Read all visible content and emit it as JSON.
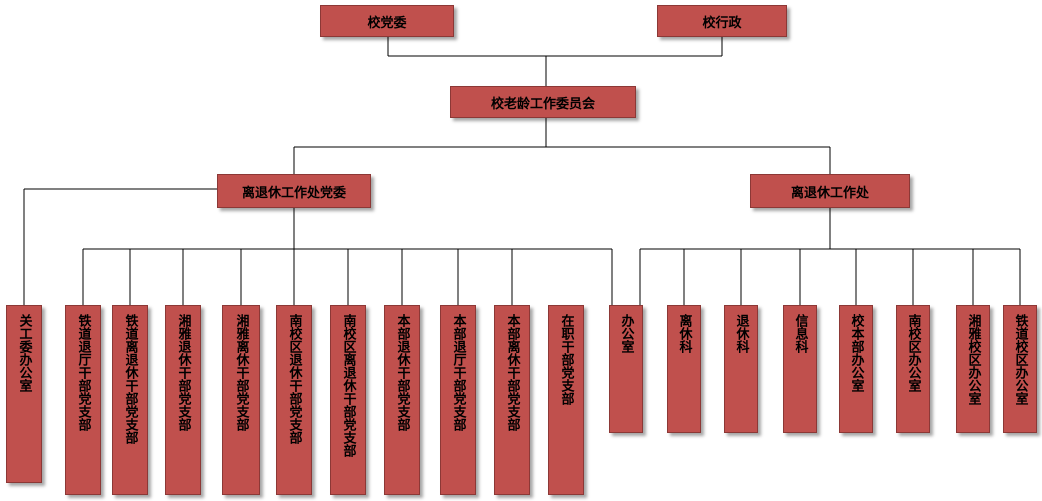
{
  "top": {
    "party_committee": "校党委",
    "administration": "校行政"
  },
  "committee": "校老龄工作委员会",
  "branches": {
    "party_committee": "离退休工作处党委",
    "office": "离退休工作处"
  },
  "party_units": [
    "关工委办公室",
    "铁道退厅干部党支部",
    "铁道离退休干部党支部",
    "湘雅退休干部党支部",
    "湘雅离休干部党支部",
    "南校区退休干部党支部",
    "南校区离退休干部党支部",
    "本部退休干部党支部",
    "本部退厅干部党支部",
    "本部离休干部党支部",
    "在职干部党支部"
  ],
  "office_units": [
    "办公室",
    "离休科",
    "退休科",
    "信息科",
    "校本部办公室",
    "南校区办公室",
    "湘雅校区办公室",
    "铁道校区办公室"
  ],
  "colors": {
    "box_fill": "#c0504d",
    "box_border": "#8c3836",
    "line": "#000000"
  }
}
